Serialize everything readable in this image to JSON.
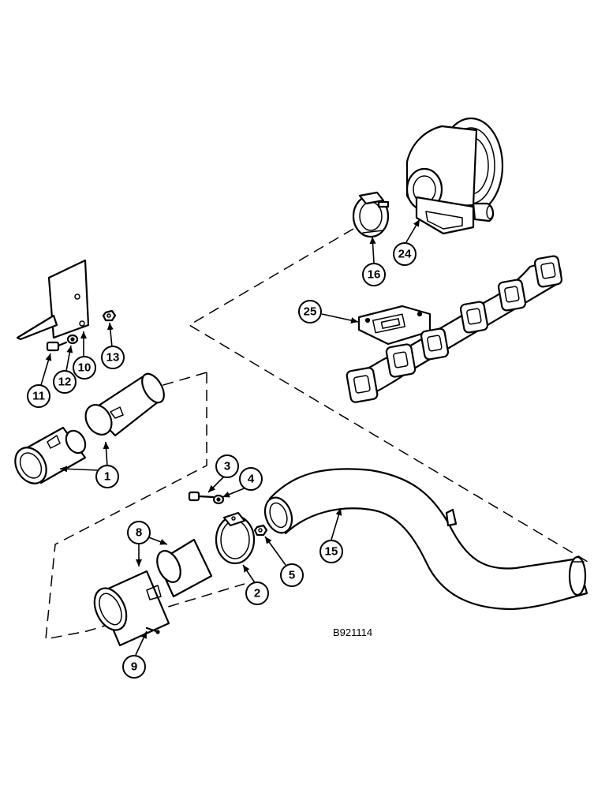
{
  "callouts": {
    "c1": "1",
    "c2": "2",
    "c3": "3",
    "c4": "4",
    "c5": "5",
    "c8": "8",
    "c9": "9",
    "c10": "10",
    "c11": "11",
    "c12": "12",
    "c13": "13",
    "c15": "15",
    "c16": "16",
    "c24": "24",
    "c25": "25"
  },
  "drawing_code": "B921114"
}
